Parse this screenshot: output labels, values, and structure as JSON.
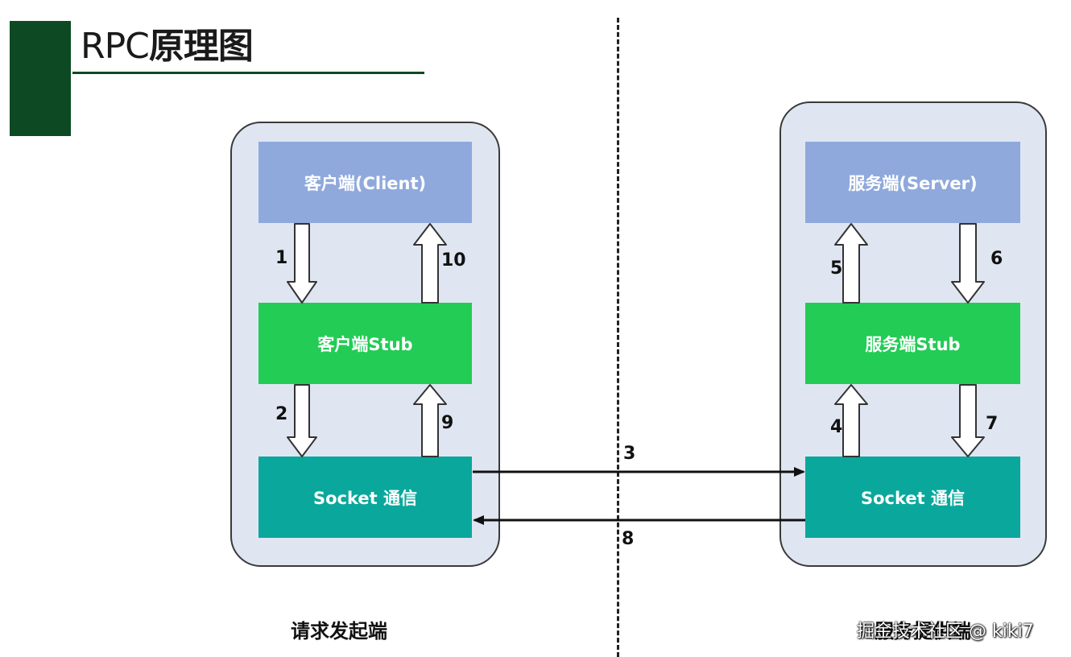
{
  "title": {
    "prefix": "RPC",
    "main": "原理图"
  },
  "client": {
    "app": "客户端(Client)",
    "stub": "客户端Stub",
    "socket": "Socket 通信",
    "label": "请求发起端"
  },
  "server": {
    "app": "服务端(Server)",
    "stub": "服务端Stub",
    "socket": "Socket 通信",
    "label": "服务提供端"
  },
  "steps": [
    "1",
    "2",
    "3",
    "4",
    "5",
    "6",
    "7",
    "8",
    "9",
    "10"
  ],
  "watermark": "掘金技术社区 @ kiki7",
  "colors": {
    "app": "#8fa9dc",
    "stub": "#22cc55",
    "socket": "#0aa89c",
    "panel": "#dfe6f2",
    "title_accent": "#0d4a24"
  }
}
